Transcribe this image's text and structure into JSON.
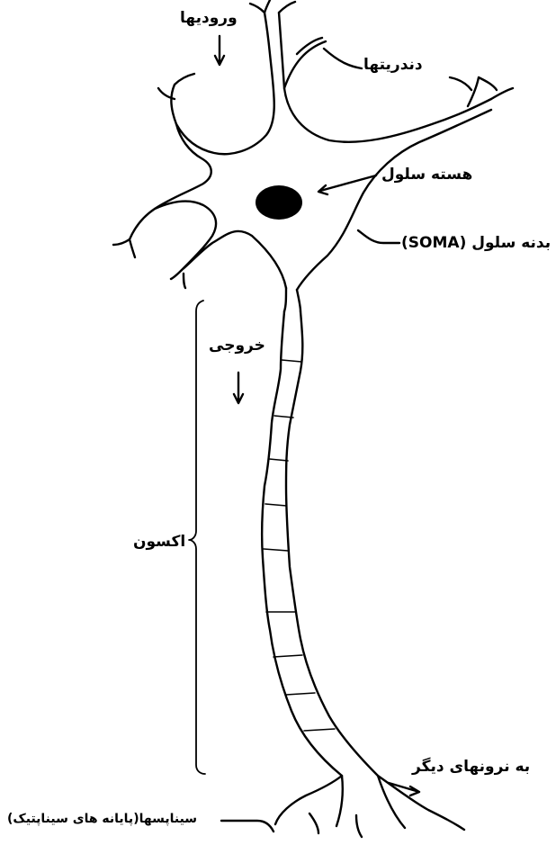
{
  "labels": {
    "inputs": "ورودیها",
    "dendrites": "دندریتها",
    "nucleus": "هسته سلول",
    "soma": "بدنه سلول (SOMA)",
    "output": "خروجی",
    "axon": "اکسون",
    "to_other_neurons": "به نرونهای دیگر",
    "synapses": "سیناپسها(پایانه های سیناپتیک)"
  },
  "colors": {
    "stroke": "#000000",
    "background": "#ffffff"
  }
}
